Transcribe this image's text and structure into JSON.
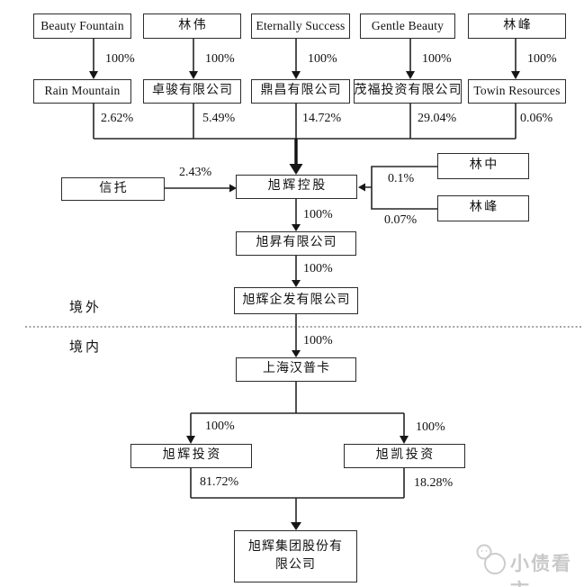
{
  "diagram": {
    "pct100": "100%",
    "columns": [
      {
        "parent": "Beauty Fountain",
        "company": "Rain Mountain",
        "pct": "2.62%"
      },
      {
        "parent": "林伟",
        "company": "卓骏有限公司",
        "pct": "5.49%"
      },
      {
        "parent": "Eternally Success",
        "company": "鼎昌有限公司",
        "pct": "14.72%"
      },
      {
        "parent": "Gentle Beauty",
        "company": "茂福投资有限公司",
        "pct": "29.04%"
      },
      {
        "parent": "林峰",
        "company": "Towin Resources",
        "pct": "0.06%"
      }
    ],
    "trust": {
      "name": "信托",
      "pct": "2.43%"
    },
    "holders": [
      {
        "name": "林中",
        "pct": "0.1%"
      },
      {
        "name": "林峰",
        "pct": "0.07%"
      }
    ],
    "holdco": "旭辉控股",
    "xusheng": "旭昇有限公司",
    "qifa": "旭辉企发有限公司",
    "hanpuka": "上海汉普卡",
    "regions": {
      "offshore": "境外",
      "onshore": "境内"
    },
    "invest_left": {
      "name": "旭辉投资",
      "pct": "81.72%"
    },
    "invest_right": {
      "name": "旭凯投资",
      "pct": "18.28%"
    },
    "group": "旭辉集团股份有限公司",
    "watermark": {
      "text": "小债看市"
    }
  }
}
